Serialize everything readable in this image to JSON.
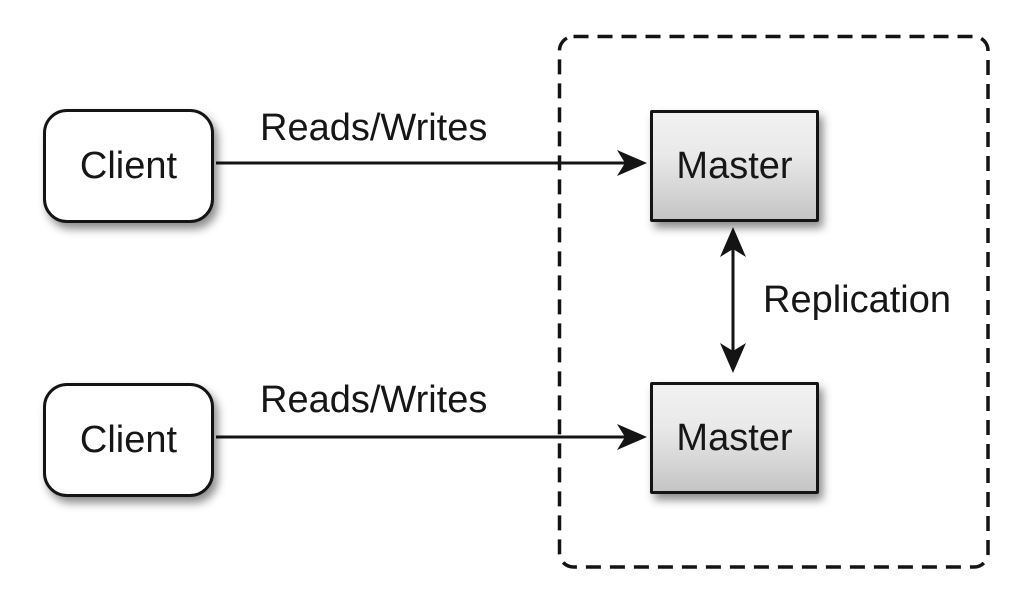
{
  "diagram": {
    "nodes": {
      "clients": [
        {
          "label": "Client"
        },
        {
          "label": "Client"
        }
      ],
      "masters": [
        {
          "label": "Master"
        },
        {
          "label": "Master"
        }
      ]
    },
    "edges": {
      "top_reads_writes": "Reads/Writes",
      "bottom_reads_writes": "Reads/Writes",
      "replication": "Replication"
    },
    "colors": {
      "background": "#ffffff",
      "stroke": "#141414",
      "text": "#161616",
      "client_fill": "#ffffff",
      "master_gradient_top": "#f1f1f1",
      "master_gradient_bottom": "#c5c5c5"
    }
  }
}
